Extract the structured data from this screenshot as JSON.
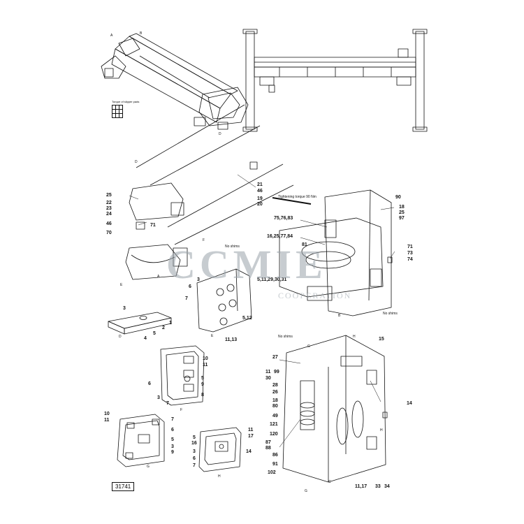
{
  "document_number": "31741",
  "watermark": {
    "main": "CCMIE",
    "sub": "COOPERATION"
  },
  "notes": {
    "torque_of_slipper_pads": "Torque of slipper pads",
    "tightening_torque": "Tightening torque 90 Nm",
    "no_shims": [
      "No shims",
      "No shims",
      "No shims"
    ]
  },
  "view_letters": {
    "top_left": [
      "A",
      "B",
      "D"
    ],
    "mid_left": [
      "D",
      "E",
      "A",
      "F"
    ],
    "slipper_d": "D",
    "slipper_e": "E",
    "pad_f": "F",
    "pad_g": "G",
    "pad_h": "H",
    "housing_b": "B",
    "housing_c": [
      "C",
      "G",
      "H",
      "H",
      "G"
    ]
  },
  "callouts": {
    "left_stack": [
      "25",
      "22",
      "23",
      "24",
      "46",
      "70",
      "71"
    ],
    "top_stack": [
      "21",
      "46",
      "19",
      "20"
    ],
    "right_upper": [
      "90",
      "18",
      "25",
      "97",
      "71",
      "73",
      "74"
    ],
    "housing_b": [
      "75,76,83",
      "16,25,77,84",
      "81",
      "5,11,29,30,31"
    ],
    "slipper_d": [
      "3",
      "1",
      "2",
      "5",
      "4"
    ],
    "slipper_e": [
      "3",
      "6",
      "7",
      "5,12",
      "11,13"
    ],
    "pad_f": [
      "10",
      "11",
      "5",
      "9",
      "6",
      "3",
      "7",
      "8"
    ],
    "pad_g": [
      "10",
      "11",
      "7",
      "6",
      "5",
      "3",
      "9"
    ],
    "pad_h": [
      "11",
      "17",
      "5",
      "16",
      "3",
      "6",
      "7",
      "14"
    ],
    "housing_c_left": [
      "27",
      "11",
      "99",
      "30",
      "28",
      "26",
      "18",
      "80",
      "49",
      "121",
      "120",
      "87",
      "88",
      "86",
      "91",
      "102"
    ],
    "housing_c_right": [
      "15",
      "14",
      "11,17",
      "33",
      "34"
    ]
  },
  "colors": {
    "line": "#111111",
    "watermark": "#9aa3ab",
    "paper": "#ffffff"
  }
}
